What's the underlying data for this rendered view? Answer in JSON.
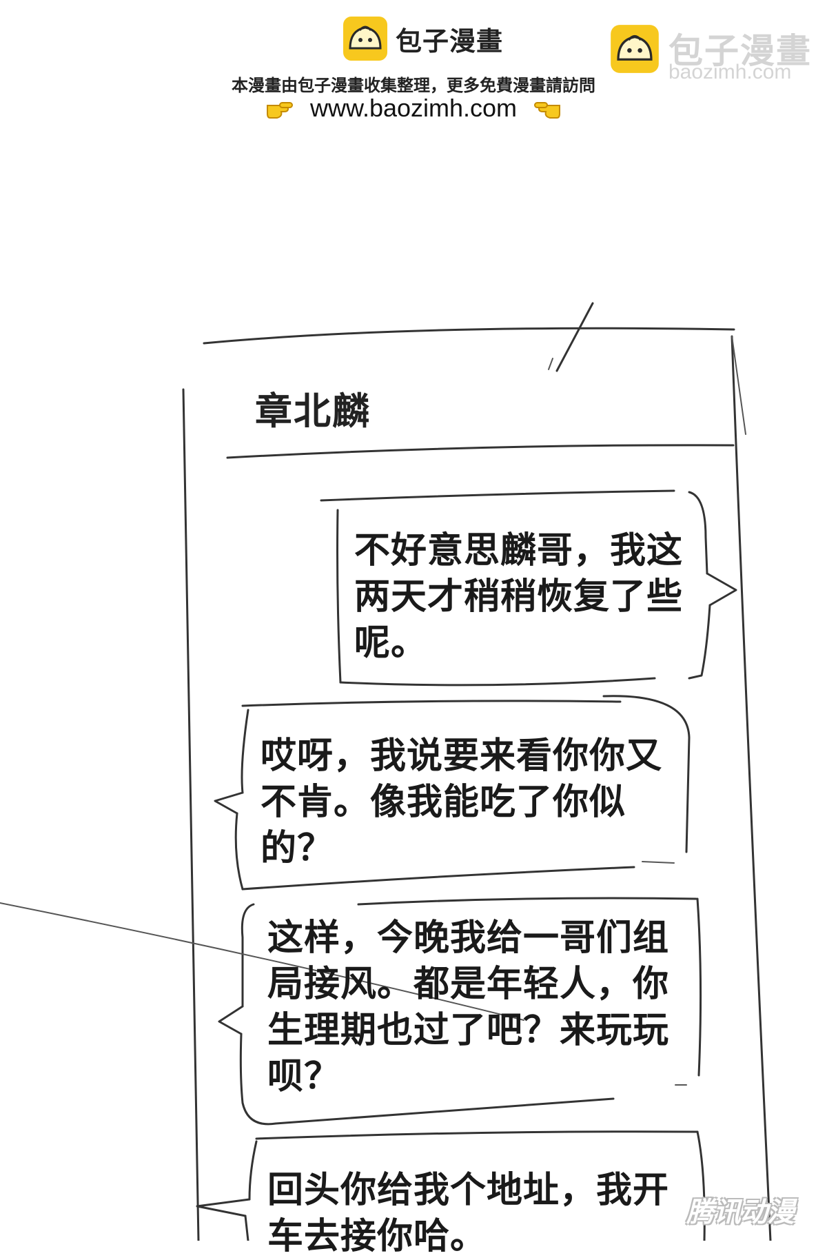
{
  "watermark": {
    "brand": "包子漫畫",
    "tagline": "本漫畫由包子漫畫收集整理，更多免費漫畫請訪問",
    "url": "www.baozimh.com",
    "corner_brand": "包子漫畫",
    "corner_domain": "baozimh.com",
    "colors": {
      "bun": "#f7c81e",
      "outline": "#2a2a2a"
    }
  },
  "chat": {
    "contact_name": "章北麟",
    "messages": [
      {
        "side": "right",
        "text": "不好意思麟哥，我这两天才稍稍恢复了些呢。"
      },
      {
        "side": "left",
        "text": "哎呀，我说要来看你你又不肯。像我能吃了你似的？"
      },
      {
        "side": "left",
        "text": "这样，今晚我给一哥们组局接风。都是年轻人，你生理期也过了吧？来玩玩呗？"
      },
      {
        "side": "left",
        "text": "回头你给我个地址，我开车去接你哈。"
      }
    ]
  },
  "publisher_mark": "腾讯动漫"
}
